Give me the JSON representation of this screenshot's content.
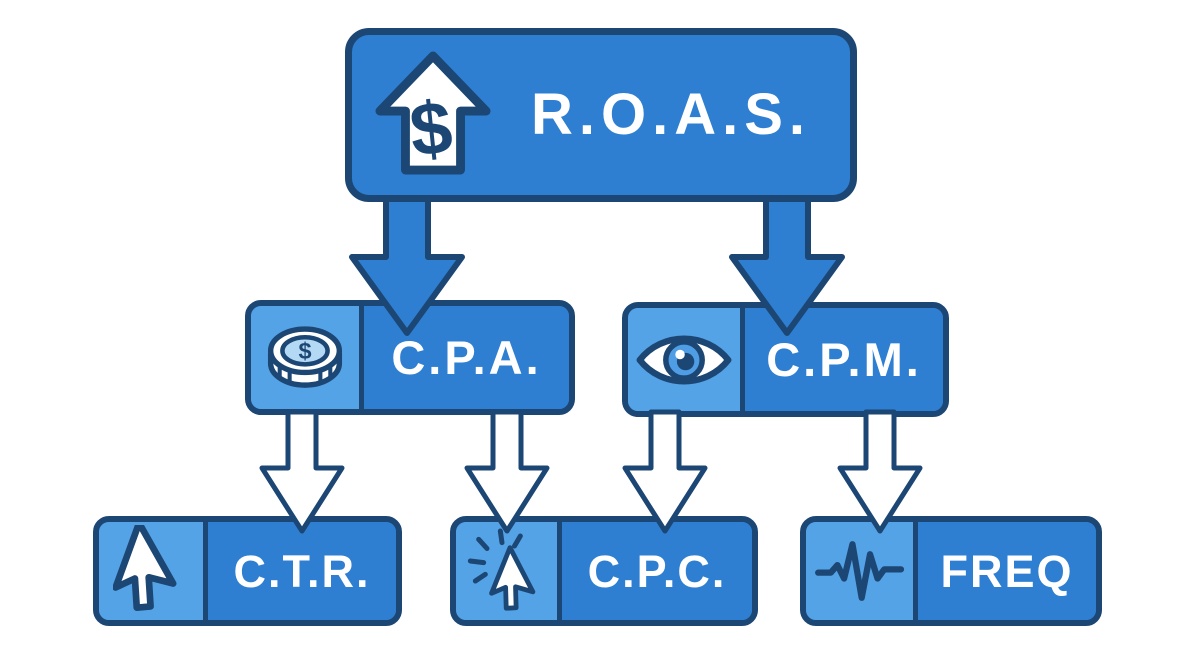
{
  "diagram": {
    "type": "flowchart",
    "topic": "Advertising metrics hierarchy"
  },
  "nodes": {
    "roas": {
      "label": "R.O.A.S.",
      "icon": "dollar-up-arrow-icon",
      "tier": 1
    },
    "cpa": {
      "label": "C.P.A.",
      "icon": "coin-icon",
      "tier": 2
    },
    "cpm": {
      "label": "C.P.M.",
      "icon": "eye-icon",
      "tier": 2
    },
    "ctr": {
      "label": "C.T.R.",
      "icon": "cursor-icon",
      "tier": 3
    },
    "cpc": {
      "label": "C.P.C.",
      "icon": "click-cursor-icon",
      "tier": 3
    },
    "freq": {
      "label": "FREQ",
      "icon": "waveform-icon",
      "tier": 3
    }
  },
  "edges": [
    {
      "from": "roas",
      "to": "cpa",
      "style": "solid-filled"
    },
    {
      "from": "roas",
      "to": "cpm",
      "style": "solid-filled"
    },
    {
      "from": "cpa",
      "to": "ctr",
      "style": "white-outline"
    },
    {
      "from": "cpa",
      "to": "cpc",
      "style": "white-outline"
    },
    {
      "from": "cpm",
      "to": "cpc",
      "style": "white-outline"
    },
    {
      "from": "cpm",
      "to": "freq",
      "style": "white-outline"
    }
  ],
  "colors": {
    "primary_blue": "#2e7fd1",
    "light_blue_cell": "#55a3e7",
    "navy_outline": "#1c4674",
    "text_white": "#ffffff",
    "background": "#ffffff"
  }
}
